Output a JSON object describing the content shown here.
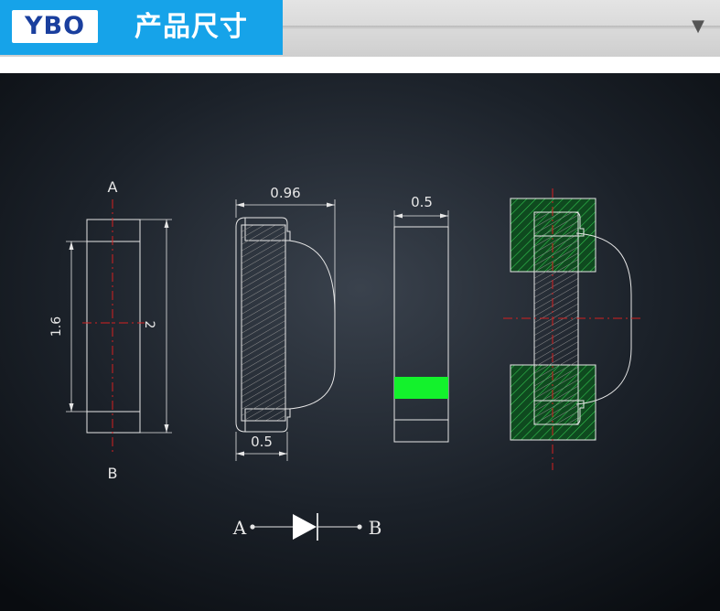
{
  "header": {
    "logo_text": "YBO",
    "title": "产品尺寸",
    "dropdown_icon": "▼"
  },
  "colors": {
    "header_blue": "#16a3e9",
    "logo_blue": "#1a3f9e",
    "background_dark": "#0c1014",
    "line_white": "#e6e6e6",
    "center_line_red": "#d42020",
    "cathode_band_green": "#13f22c",
    "pad_green": "#1f8a3a"
  },
  "drawing": {
    "front_view": {
      "label_top": "A",
      "label_bottom": "B",
      "dim_length": "1.6",
      "dim_total": "2"
    },
    "side_view": {
      "dim_width_top": "0.96",
      "dim_width_bottom": "0.5"
    },
    "end_view": {
      "dim_width": "0.5"
    },
    "schematic": {
      "anode_label": "A",
      "cathode_label": "B"
    }
  }
}
